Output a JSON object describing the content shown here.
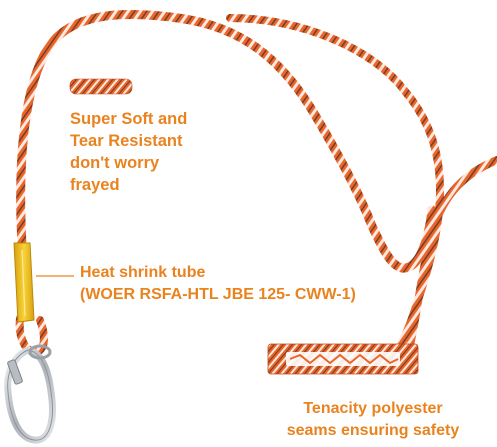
{
  "callouts": {
    "soft": {
      "lines": [
        "Super Soft and",
        "Tear Resistant",
        "don't worry",
        "frayed"
      ]
    },
    "tube": {
      "lines": [
        "Heat shrink tube",
        "(WOER RSFA-HTL JBE 125- CWW-1)"
      ]
    },
    "seams": {
      "lines": [
        "Tenacity polyester",
        "seams ensuring safety"
      ]
    }
  },
  "colors": {
    "rope": "#e8652b",
    "rope_pattern": "#ffffff",
    "rope_speck": "#3a2a22",
    "tube": "#f2c21a",
    "text": "#e9831f",
    "carabiner": "#c9ccd1"
  }
}
